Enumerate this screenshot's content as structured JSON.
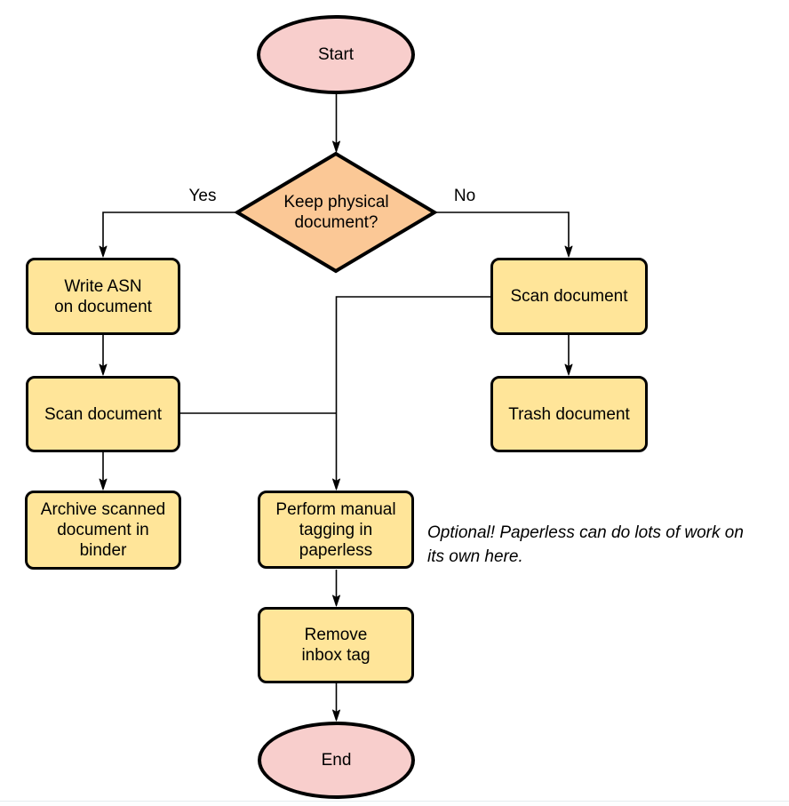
{
  "colors": {
    "terminator-fill": "#F8CECC",
    "process-fill": "#FFE599",
    "decision-fill": "#FBC896",
    "shape-stroke": "#000000",
    "edge-stroke": "#000000",
    "text": "#000000"
  },
  "flowchart": {
    "nodes": {
      "start": {
        "label": "Start"
      },
      "decision": {
        "label": "Keep physical\ndocument?"
      },
      "write_asn": {
        "label": "Write ASN\non document"
      },
      "scan_left": {
        "label": "Scan document"
      },
      "archive": {
        "label": "Archive scanned\ndocument in\nbinder"
      },
      "scan_right": {
        "label": "Scan document"
      },
      "trash": {
        "label": "Trash document"
      },
      "tagging": {
        "label": "Perform manual\ntagging in\npaperless"
      },
      "remove_inbox": {
        "label": "Remove\ninbox tag"
      },
      "end": {
        "label": "End"
      }
    },
    "edge_labels": {
      "yes": "Yes",
      "no": "No"
    },
    "note": "Optional! Paperless can do lots of work on\nits own here."
  }
}
